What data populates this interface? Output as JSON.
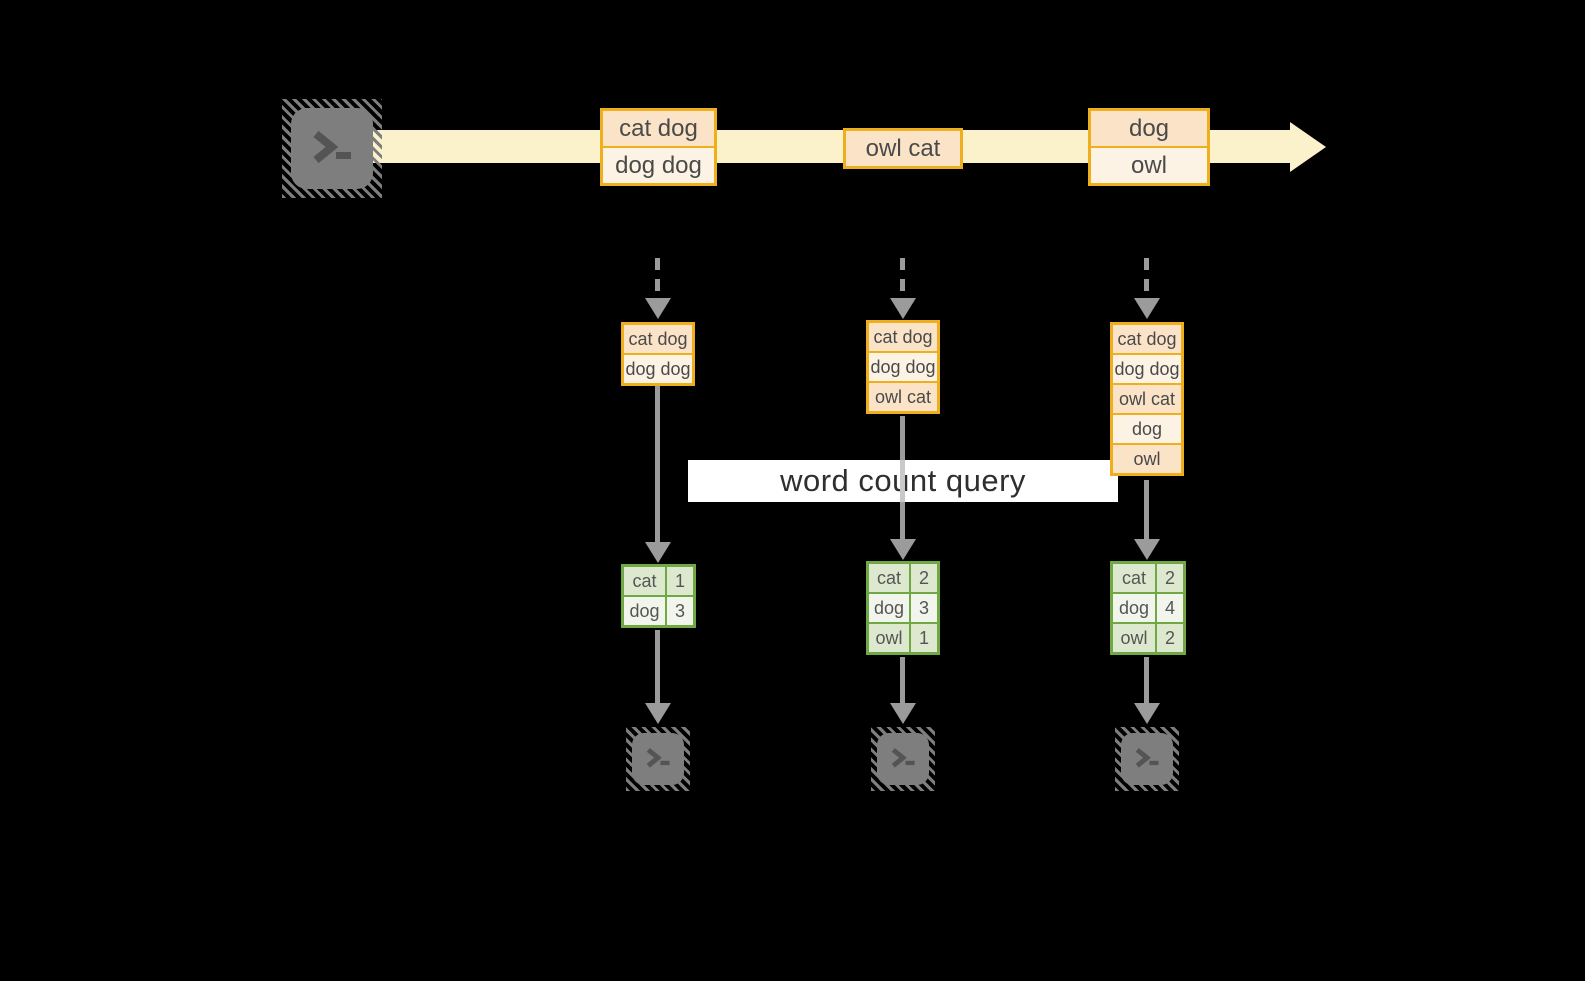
{
  "diagram": {
    "query_label": "word count query",
    "stream": {
      "batches": [
        {
          "lines": [
            "cat dog",
            "dog dog"
          ]
        },
        {
          "lines": [
            "owl cat"
          ]
        },
        {
          "lines": [
            "dog",
            "owl"
          ]
        }
      ]
    },
    "columns": [
      {
        "state": [
          "cat dog",
          "dog dog"
        ],
        "counts": [
          {
            "word": "cat",
            "count": "1"
          },
          {
            "word": "dog",
            "count": "3"
          }
        ]
      },
      {
        "state": [
          "cat dog",
          "dog dog",
          "owl cat"
        ],
        "counts": [
          {
            "word": "cat",
            "count": "2"
          },
          {
            "word": "dog",
            "count": "3"
          },
          {
            "word": "owl",
            "count": "1"
          }
        ]
      },
      {
        "state": [
          "cat dog",
          "dog dog",
          "owl cat",
          "dog",
          "owl"
        ],
        "counts": [
          {
            "word": "cat",
            "count": "2"
          },
          {
            "word": "dog",
            "count": "4"
          },
          {
            "word": "owl",
            "count": "2"
          }
        ]
      }
    ],
    "icons": {
      "source": "terminal-icon",
      "sinks": "terminal-icon",
      "stream_arrow": "arrow-right-icon",
      "flow_arrow": "arrow-down-icon"
    },
    "colors": {
      "background": "#000000",
      "stream_band": "#fbf1cb",
      "gold_border": "#efaf1d",
      "peach_fill": "#fae3c6",
      "cream_fill": "#fdf3e4",
      "green_border": "#6fa845",
      "green_fill": "#dde9cf",
      "green_pale_fill": "#f2f5ec",
      "arrow_gray": "#9b9b9b",
      "terminal_gray": "#7e7e7e",
      "label_bg": "#ffffff"
    }
  }
}
